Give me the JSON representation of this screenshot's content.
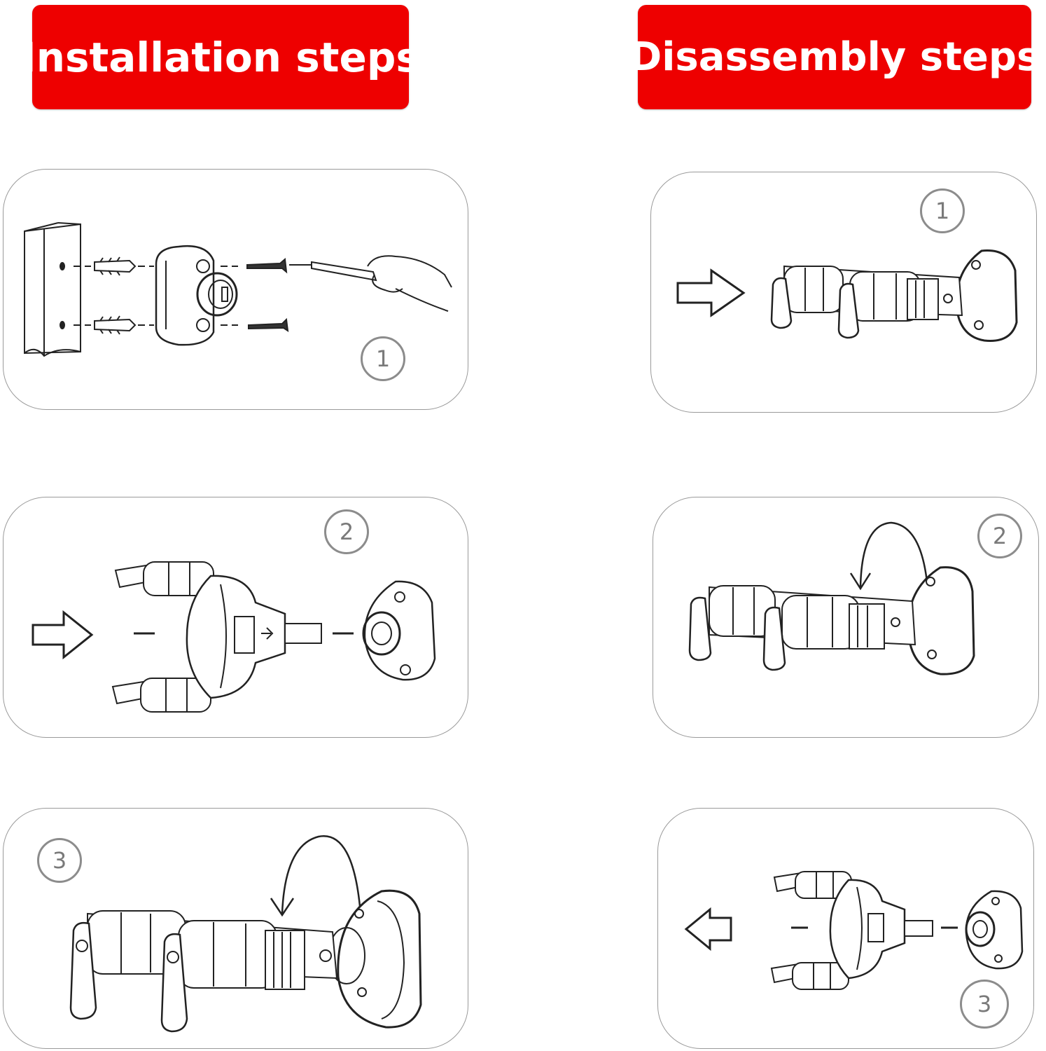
{
  "headers": {
    "installation": "Installation steps",
    "disassembly": "Disassembly steps"
  },
  "installation_steps": [
    {
      "number": "1"
    },
    {
      "number": "2"
    },
    {
      "number": "3"
    }
  ],
  "disassembly_steps": [
    {
      "number": "1"
    },
    {
      "number": "2"
    },
    {
      "number": "3"
    }
  ],
  "colors": {
    "banner": "#ee0000",
    "banner_text": "#ffffff",
    "panel_border": "#9a9a9a",
    "drawing": "#222222"
  }
}
